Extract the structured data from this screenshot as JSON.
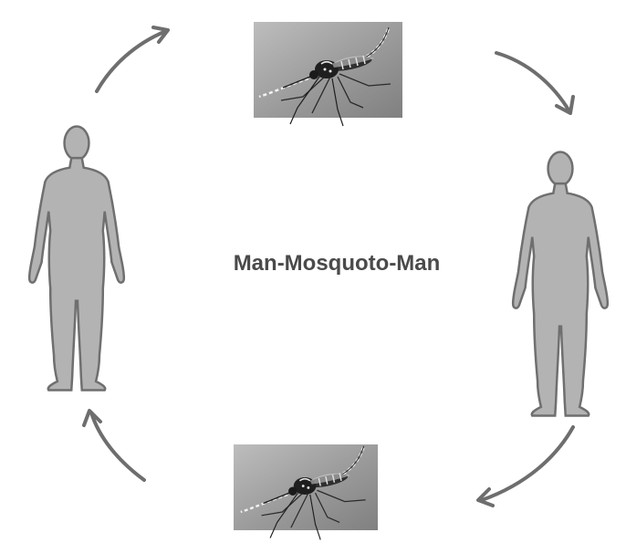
{
  "diagram": {
    "center_label": "Man-Mosquoto-Man",
    "nodes": [
      {
        "id": "human-left",
        "kind": "human-silhouette"
      },
      {
        "id": "mosquito-top",
        "kind": "mosquito-photo"
      },
      {
        "id": "human-right",
        "kind": "human-silhouette"
      },
      {
        "id": "mosquito-bottom",
        "kind": "mosquito-photo"
      }
    ],
    "arrows": [
      {
        "from": "human-left",
        "to": "mosquito-top"
      },
      {
        "from": "mosquito-top",
        "to": "human-right"
      },
      {
        "from": "human-right",
        "to": "mosquito-bottom"
      },
      {
        "from": "mosquito-bottom",
        "to": "human-left"
      }
    ],
    "colors": {
      "silhouette_fill": "#b3b3b3",
      "silhouette_outline": "#6f6f6f",
      "arrow": "#6e6e6e",
      "label": "#4a4a4a",
      "photo_bg": "#9a9a9a"
    }
  }
}
